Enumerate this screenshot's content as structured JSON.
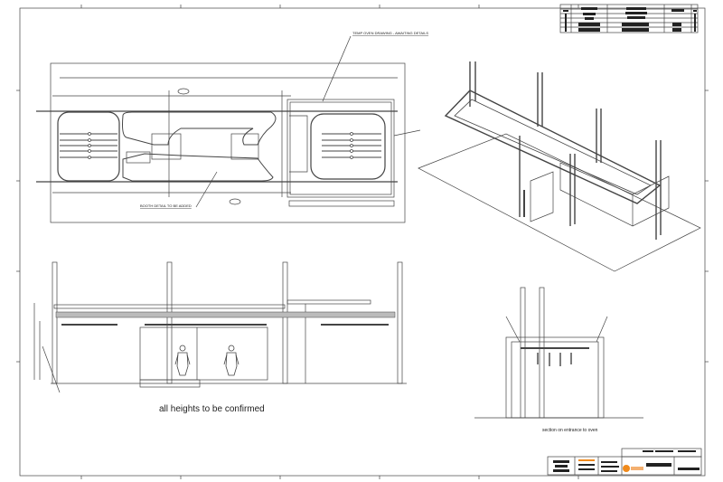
{
  "drawing": {
    "plan_view": {
      "oven_note": "TEMP OVEN DRAWING - AWAITING DETAILS",
      "booth_note": "BOOTH DETAIL TO BE ADDED"
    },
    "elevation_view": {
      "note": "all heights to be confirmed"
    },
    "section_view": {
      "caption": "section on entrance to oven"
    },
    "title_block": {
      "logo_color": "#f08a1c"
    },
    "colors": {
      "line": "#333333",
      "background": "#ffffff",
      "accent": "#f08a1c"
    }
  }
}
